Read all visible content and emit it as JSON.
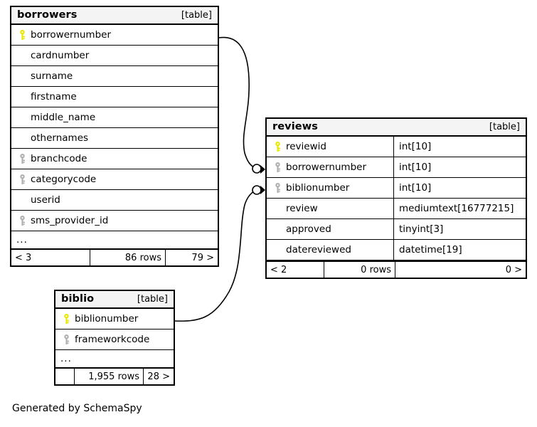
{
  "diagram": {
    "caption": "Generated by SchemaSpy",
    "kind_label": "[table]",
    "ellipsis": "...",
    "colors": {
      "primary_key": "#e8e800",
      "foreign_key": "#b0b0b0",
      "header_bg": "#f4f4f4",
      "border": "#000000",
      "background": "#ffffff"
    }
  },
  "tables": {
    "borrowers": {
      "name": "borrowers",
      "kind": "[table]",
      "columns": [
        {
          "name": "borrowernumber",
          "key": "primary",
          "type": ""
        },
        {
          "name": "cardnumber",
          "key": "none",
          "type": ""
        },
        {
          "name": "surname",
          "key": "none",
          "type": ""
        },
        {
          "name": "firstname",
          "key": "none",
          "type": ""
        },
        {
          "name": "middle_name",
          "key": "none",
          "type": ""
        },
        {
          "name": "othernames",
          "key": "none",
          "type": ""
        },
        {
          "name": "branchcode",
          "key": "foreign",
          "type": ""
        },
        {
          "name": "categorycode",
          "key": "foreign",
          "type": ""
        },
        {
          "name": "userid",
          "key": "none",
          "type": ""
        },
        {
          "name": "sms_provider_id",
          "key": "foreign",
          "type": ""
        }
      ],
      "more_columns": "...",
      "footer": {
        "prev": "< 3",
        "rows": "86 rows",
        "next": "79 >"
      }
    },
    "reviews": {
      "name": "reviews",
      "kind": "[table]",
      "columns": [
        {
          "name": "reviewid",
          "key": "primary",
          "type": "int[10]"
        },
        {
          "name": "borrowernumber",
          "key": "foreign",
          "type": "int[10]"
        },
        {
          "name": "biblionumber",
          "key": "foreign",
          "type": "int[10]"
        },
        {
          "name": "review",
          "key": "none",
          "type": "mediumtext[16777215]"
        },
        {
          "name": "approved",
          "key": "none",
          "type": "tinyint[3]"
        },
        {
          "name": "datereviewed",
          "key": "none",
          "type": "datetime[19]"
        }
      ],
      "more_columns": "",
      "footer": {
        "prev": "< 2",
        "rows": "0 rows",
        "next": "0 >"
      }
    },
    "biblio": {
      "name": "biblio",
      "kind": "[table]",
      "columns": [
        {
          "name": "biblionumber",
          "key": "primary",
          "type": ""
        },
        {
          "name": "frameworkcode",
          "key": "foreign",
          "type": ""
        }
      ],
      "more_columns": "...",
      "footer": {
        "prev": "",
        "rows": "1,955 rows",
        "next": "28 >"
      }
    }
  },
  "relationships": [
    {
      "name": "borrowers-to-reviews",
      "from_table": "borrowers",
      "from_column": "borrowernumber",
      "to_table": "reviews",
      "to_column": "borrowernumber"
    },
    {
      "name": "biblio-to-reviews",
      "from_table": "biblio",
      "from_column": "biblionumber",
      "to_table": "reviews",
      "to_column": "biblionumber"
    }
  ]
}
